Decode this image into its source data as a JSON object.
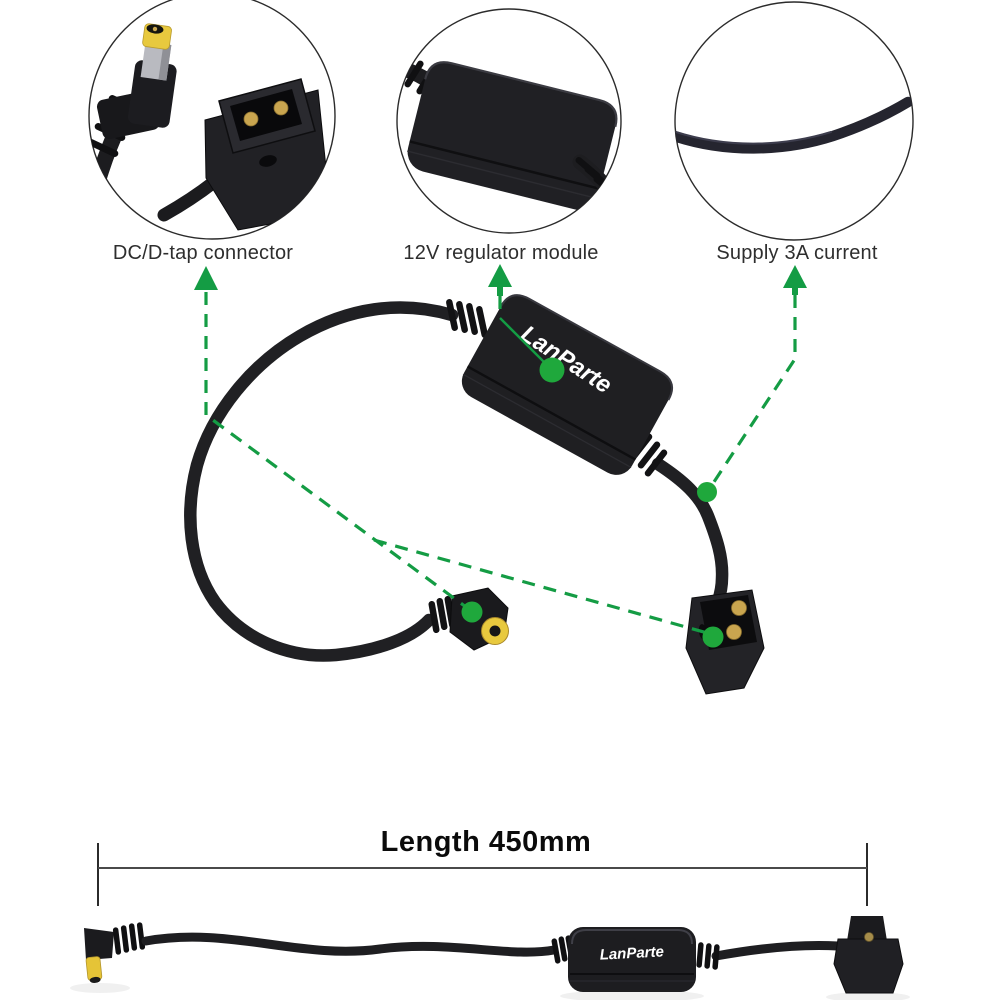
{
  "page": {
    "background_color": "#ffffff"
  },
  "brand": {
    "logo_text": "LanParte"
  },
  "callouts": [
    {
      "label": "DC/D-tap connector",
      "icon": "up-arrow-icon",
      "points_to": "dc-plug-and-dtap-connector"
    },
    {
      "label": "12V regulator module",
      "icon": "up-arrow-icon",
      "points_to": "regulator-module"
    },
    {
      "label": "Supply 3A current",
      "icon": "up-arrow-icon",
      "points_to": "cable"
    }
  ],
  "measurement": {
    "label": "Length 450mm"
  },
  "colors": {
    "annotation_green": "#149c44",
    "annotation_dot_green": "#1fa83c",
    "cable_black": "#1f1f23",
    "plug_tip_yellow": "#e6c63c",
    "pin_gold": "#c9a54f",
    "label_text": "#2e2e2e",
    "measurement_text": "#0b0b0b",
    "measurement_line": "#4a4a4a",
    "circle_border": "#2b2b2b"
  }
}
